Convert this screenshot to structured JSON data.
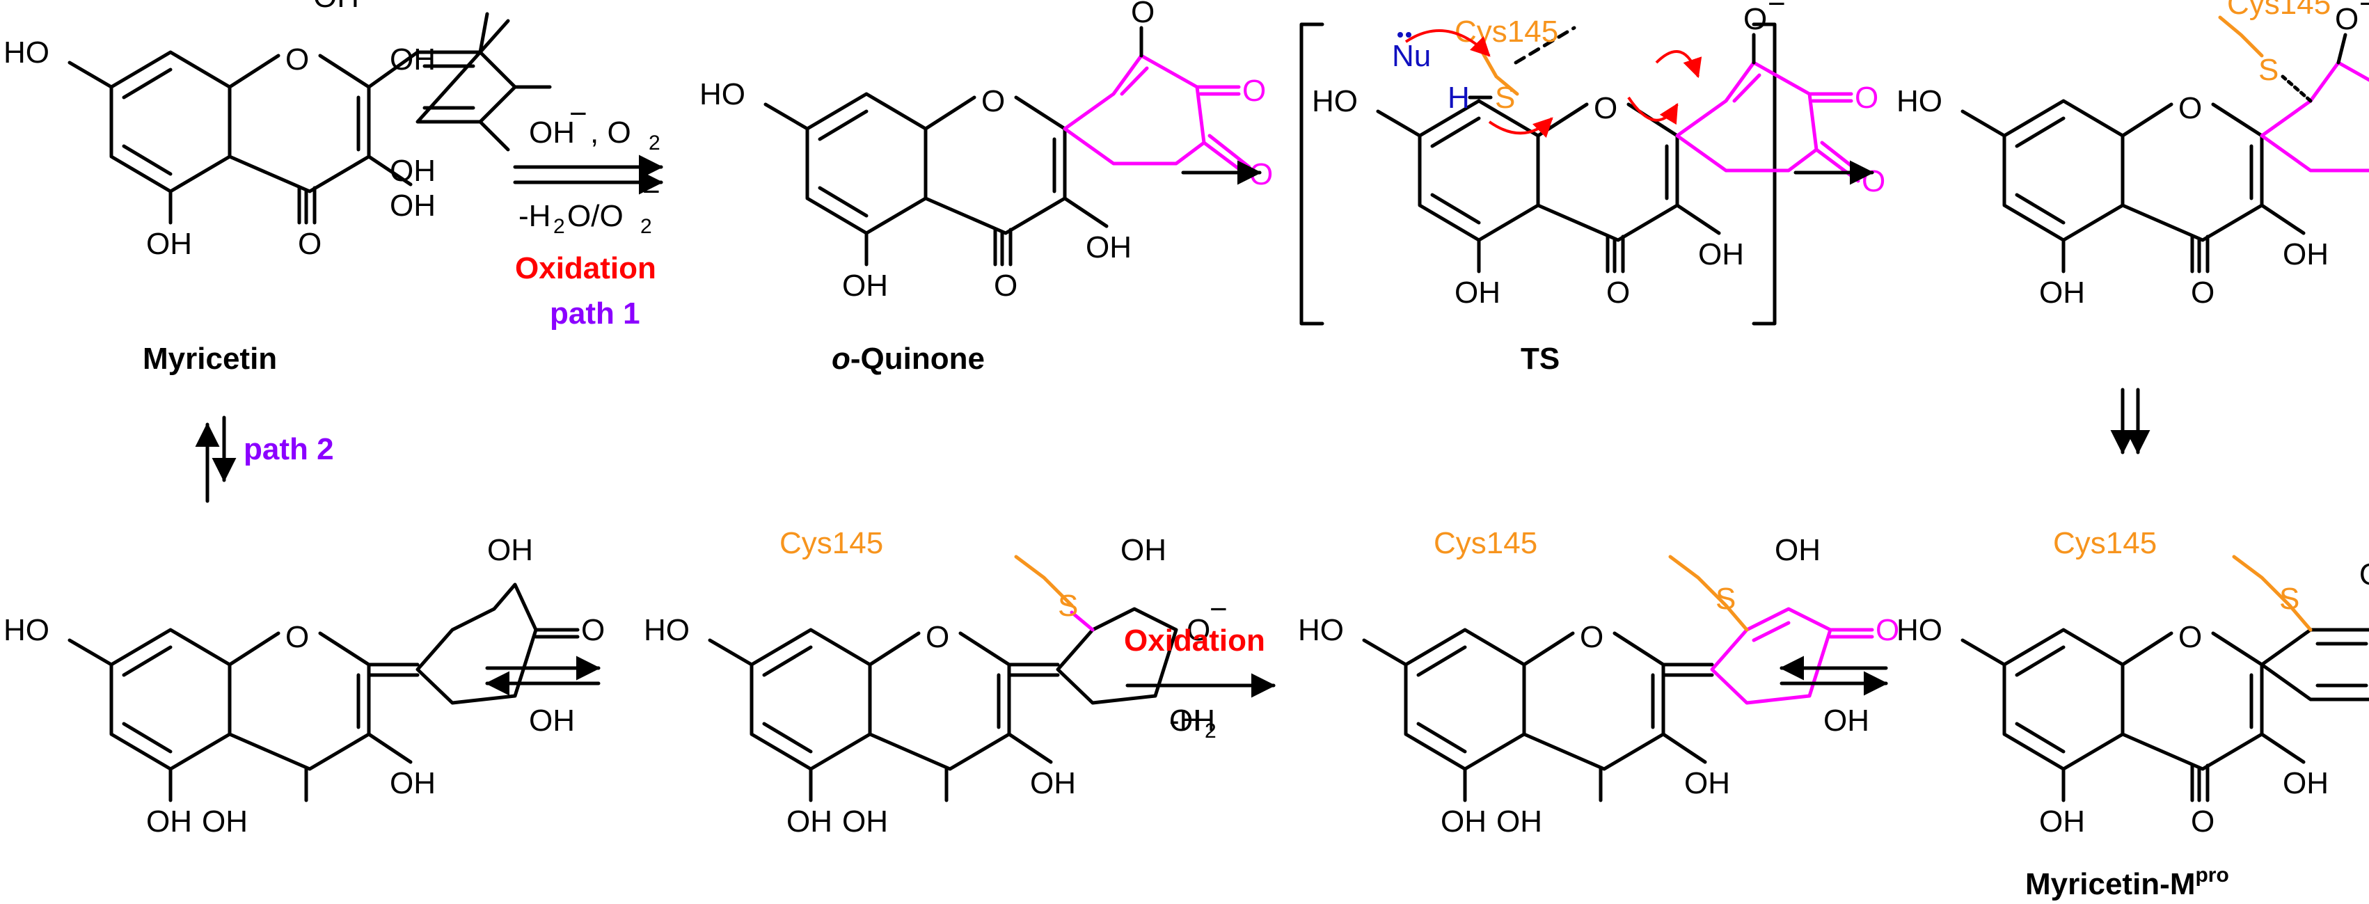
{
  "labels": {
    "myricetin": "Myricetin",
    "oquinone_prefix": "o",
    "oquinone_rest": "-Quinone",
    "ts": "TS",
    "product_main": "Myricetin-M",
    "product_sup": "pro"
  },
  "conditions": {
    "top1_reagent_a": "OH",
    "top1_reagent_b": ", O",
    "top1_reagent_b_sub": "2",
    "top1_below_a": "-H",
    "top1_below_a_sub": "2",
    "top1_below_b": "O/O",
    "top1_below_b_sub": "2",
    "top1_oxidation": "Oxidation",
    "top1_path": "path 1",
    "path2": "path 2",
    "bottom_oxidation": "Oxidation",
    "bottom_loss": "-H",
    "bottom_loss_sub": "2"
  },
  "atoms": {
    "oh": "OH",
    "ho": "HO",
    "o": "O",
    "cys": "Cys145",
    "s": "S",
    "h": "H",
    "nu": "Nu",
    "minus": "−"
  },
  "colors": {
    "black": "#000000",
    "magenta": "#ff00ff",
    "orange": "#f7941d",
    "red": "#ff0000",
    "purple": "#8b00ff",
    "blue": "#1010c0"
  }
}
